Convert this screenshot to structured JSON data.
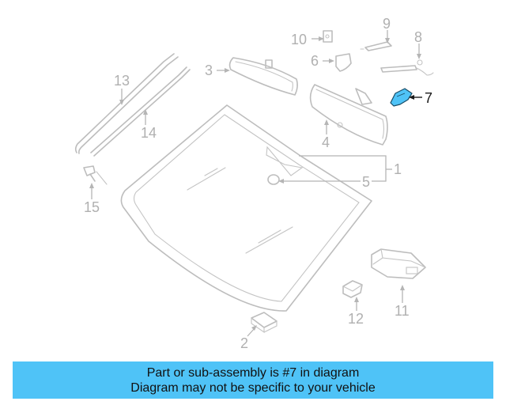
{
  "diagram": {
    "callouts": {
      "c1": "1",
      "c2": "2",
      "c3": "3",
      "c4": "4",
      "c5": "5",
      "c6": "6",
      "c7": "7",
      "c8": "8",
      "c9": "9",
      "c10": "10",
      "c11": "11",
      "c12": "12",
      "c13": "13",
      "c14": "14",
      "c15": "15"
    },
    "highlight_color": "#4fc3f7",
    "highlighted_part": "7"
  },
  "banner": {
    "line1": "Part or sub-assembly is #7 in diagram",
    "line2": "Diagram may not be specific to your vehicle",
    "color": "#4fc3f7"
  }
}
